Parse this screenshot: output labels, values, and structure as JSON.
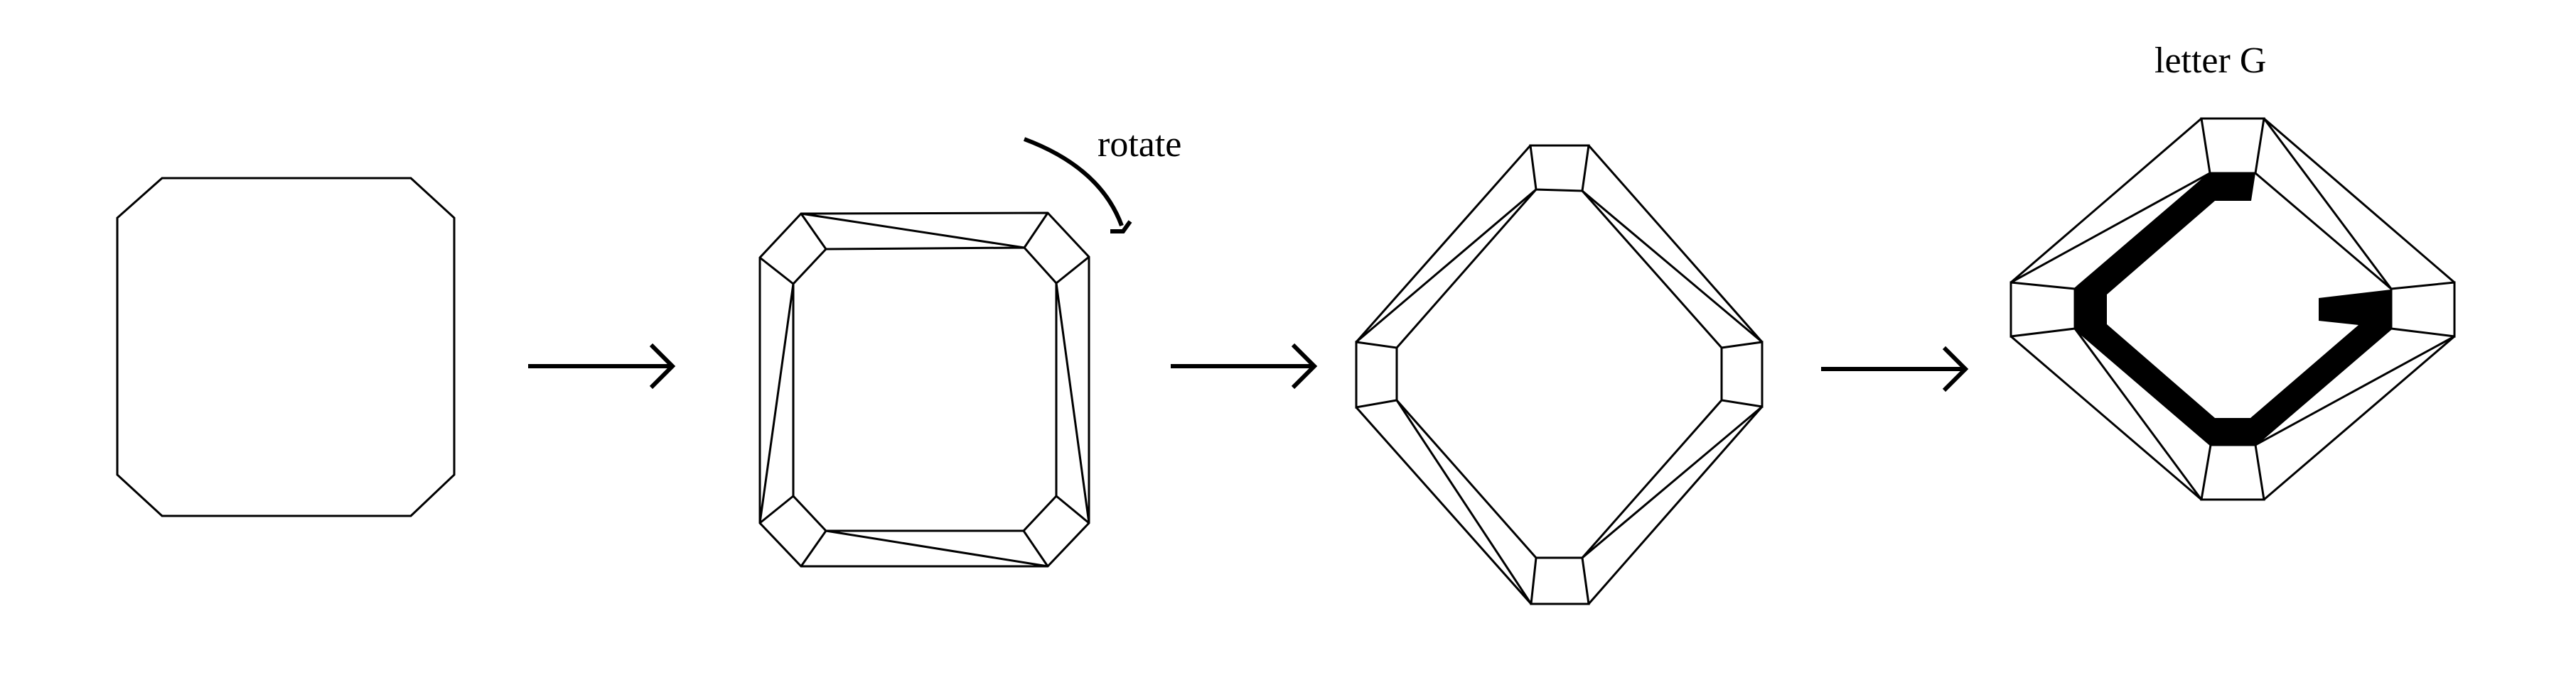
{
  "labels": {
    "rotate": "rotate",
    "letter_g": "letter G"
  },
  "colors": {
    "stroke": "#000000",
    "fill_letter": "#000000",
    "background": "#ffffff"
  },
  "steps": [
    {
      "name": "octagon"
    },
    {
      "name": "faceted-octagon"
    },
    {
      "name": "rotated-faceted-octagon"
    },
    {
      "name": "letter-g-in-octagon"
    }
  ]
}
